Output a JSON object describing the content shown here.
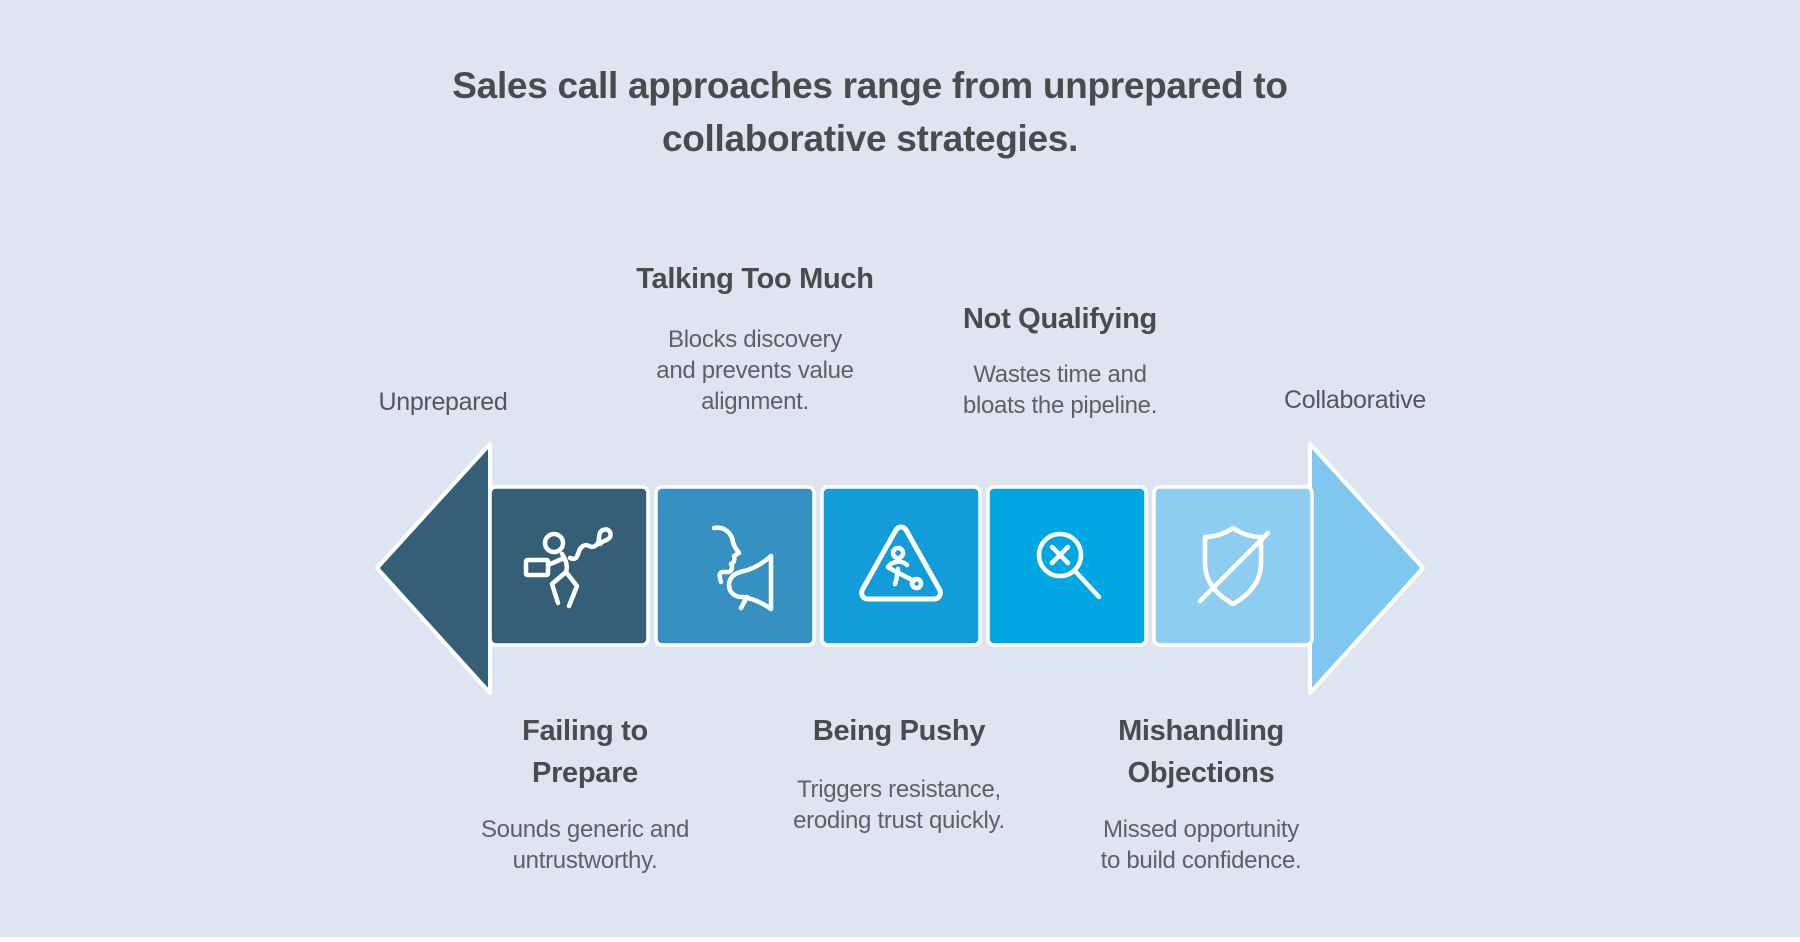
{
  "title": {
    "lines": [
      "Sales call approaches range from unprepared to",
      "collaborative strategies."
    ]
  },
  "spectrum": {
    "left_label": "Unprepared",
    "right_label": "Collaborative",
    "direction": "left-to-right, worst to best"
  },
  "stages": [
    {
      "name_lines": [
        "Failing to",
        "Prepare"
      ],
      "description_lines": [
        "Sounds generic and",
        "untrustworthy."
      ],
      "icon": "running-person-icon",
      "color": "#345F77",
      "label_position": "below"
    },
    {
      "name_lines": [
        "Talking Too Much"
      ],
      "description_lines": [
        "Blocks discovery",
        "and prevents value",
        "alignment."
      ],
      "icon": "talking-megaphone-icon",
      "color": "#3691C2",
      "label_position": "above"
    },
    {
      "name_lines": [
        "Being Pushy"
      ],
      "description_lines": [
        "Triggers resistance,",
        "eroding trust quickly."
      ],
      "icon": "caution-digging-icon",
      "color": "#129DD8",
      "label_position": "below"
    },
    {
      "name_lines": [
        "Not Qualifying"
      ],
      "description_lines": [
        "Wastes time and",
        "bloats the pipeline."
      ],
      "icon": "search-x-icon",
      "color": "#00A7E3",
      "label_position": "above"
    },
    {
      "name_lines": [
        "Mishandling",
        "Objections"
      ],
      "description_lines": [
        "Missed opportunity",
        "to build confidence."
      ],
      "icon": "shield-off-icon",
      "color": "#8DCEF0",
      "label_position": "below"
    }
  ],
  "arrow": {
    "left_head_color": "#345F77",
    "right_head_color": "#7FC7EF"
  },
  "colors": {
    "background": "#dee5f0",
    "bottom_bar": "#ffffff",
    "title_text": "#4a4b4d",
    "heading_text": "#4a4b4d",
    "body_text": "#5d6167",
    "icon_stroke": "#ffffff"
  }
}
